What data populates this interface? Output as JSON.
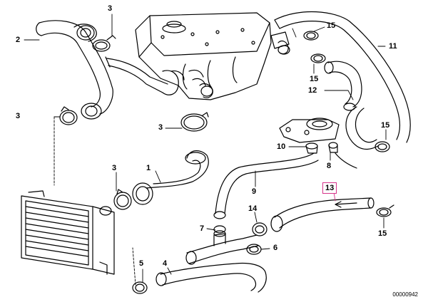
{
  "diagram": {
    "part_labels": {
      "p1": "1",
      "p2": "2",
      "p3a": "3",
      "p3b": "3",
      "p3c": "3",
      "p3d": "3",
      "p4": "4",
      "p5": "5",
      "p6": "6",
      "p7": "7",
      "p8": "8",
      "p9": "9",
      "p10": "10",
      "p11": "11",
      "p12": "12",
      "p13": "13",
      "p14": "14",
      "p15a": "15",
      "p15b": "15",
      "p15c": "15"
    },
    "highlighted_part": "13",
    "highlight_color": "#d6338a",
    "line_color": "#000000",
    "document_id": "00000942"
  }
}
